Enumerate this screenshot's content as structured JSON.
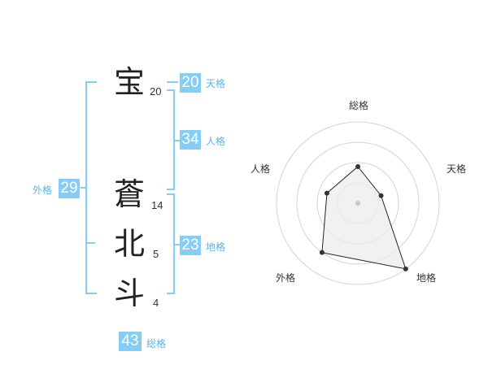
{
  "name": {
    "characters": [
      {
        "char": "宝",
        "strokes": "20"
      },
      {
        "char": "蒼",
        "strokes": "14"
      },
      {
        "char": "北",
        "strokes": "5"
      },
      {
        "char": "斗",
        "strokes": "4"
      }
    ]
  },
  "fortune": {
    "tenkaku": {
      "value": "20",
      "label": "天格"
    },
    "jinkaku": {
      "value": "34",
      "label": "人格"
    },
    "chikaku": {
      "value": "23",
      "label": "地格"
    },
    "gaikaku": {
      "value": "29",
      "label": "外格"
    },
    "soukaku": {
      "value": "43",
      "label": "総格"
    }
  },
  "colors": {
    "accent": "#86cdf5",
    "accent_text": "#5ab4e6",
    "text": "#222222"
  },
  "chart_data": {
    "type": "radar",
    "axes": [
      "総格",
      "天格",
      "地格",
      "外格",
      "人格"
    ],
    "values": [
      0.45,
      0.3,
      1.0,
      0.75,
      0.4
    ],
    "range": [
      0,
      1
    ],
    "rings": 4
  }
}
